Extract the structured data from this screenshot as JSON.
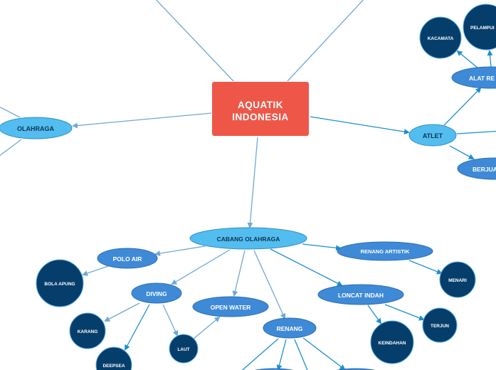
{
  "colors": {
    "root_fill": "#ee5748",
    "primary_fill": "#54bdef",
    "secondary_fill": "#3f8ad7",
    "leaf_fill": "#063e6b",
    "edge_main": "#6fa8d6",
    "edge_branch": "#1d8ed0",
    "text_dark": "#0d3556",
    "text_light": "#ffffff"
  },
  "root": {
    "label": "AQUATIK INDONESIA"
  },
  "nodes": {
    "olahraga": "OLAHRAGA",
    "atlet": "ATLET",
    "alat_renang": "ALAT RE",
    "berjuang": "BERJUA",
    "kacamata": "KACAMATA",
    "pelampung": "PELAMPUI",
    "cabang": "CABANG OLAHRAGA",
    "polo_air": "POLO AIR",
    "bola_apung": "BOLA APUNG",
    "diving": "DIVING",
    "karang": "KARANG",
    "deepsea": "DEEPSEA",
    "laut": "LAUT",
    "open_water": "OPEN WATER",
    "renang": "RENANG",
    "renang_artistik": "RENANG ARTISTIK",
    "menari": "MENARI",
    "loncat_indah": "LONCAT INDAH",
    "keindahan": "KEINDAHAN",
    "terjun": "TERJUN"
  }
}
